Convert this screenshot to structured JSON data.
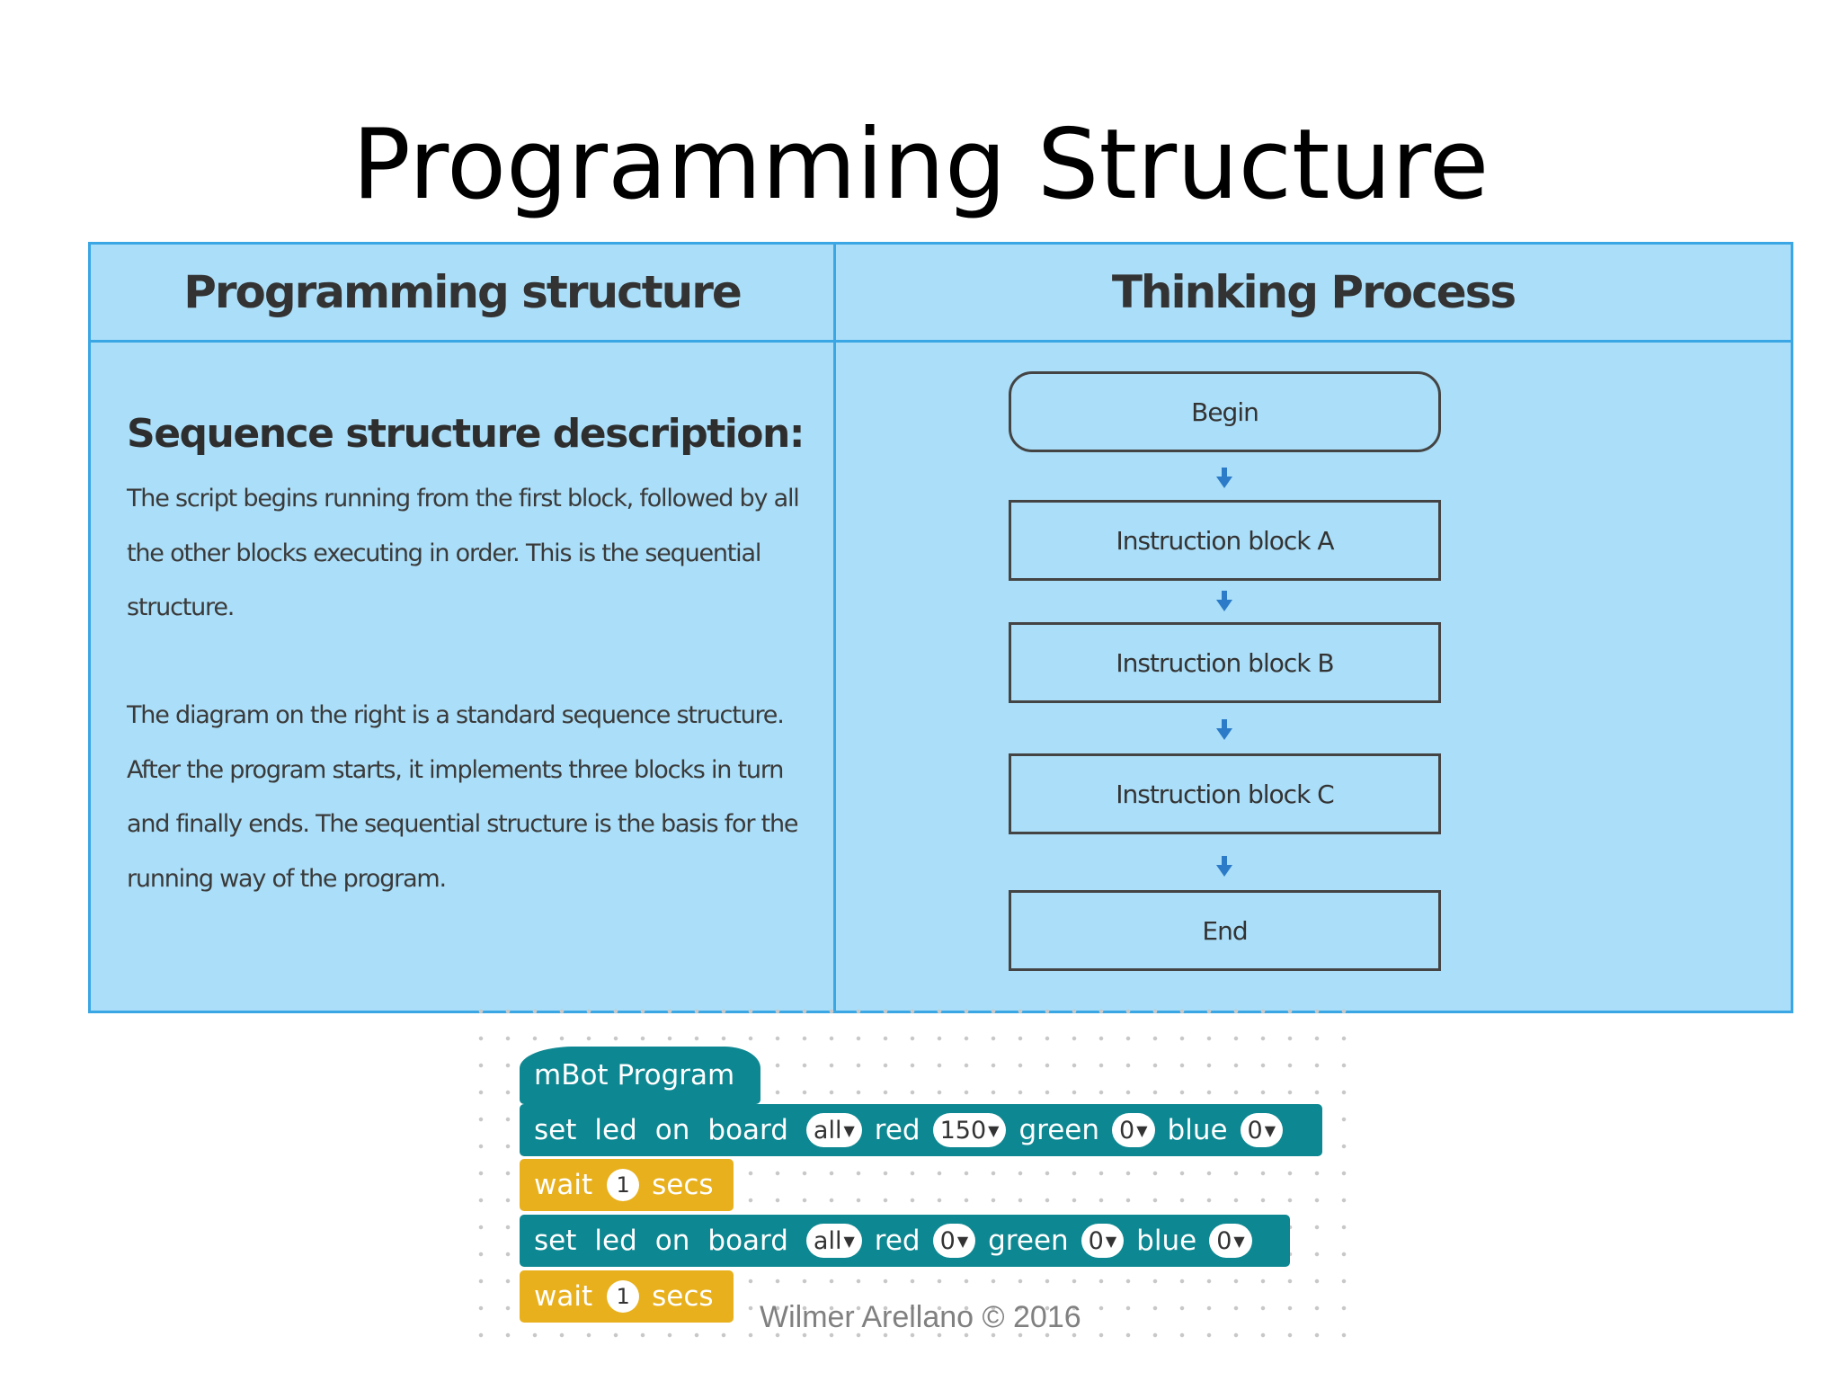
{
  "slide": {
    "title": "Programming Structure",
    "credit": "Wilmer Arellano © 2016"
  },
  "table": {
    "left_header": "Programming structure",
    "right_header": "Thinking Process",
    "description_heading": "Sequence structure description:",
    "paragraph1": "The script begins running from the first block, followed by all the other blocks executing in order. This is the sequential structure.",
    "paragraph2": "The diagram on the right is a standard sequence structure. After the program starts, it implements three blocks in turn and finally ends. The sequential structure is the basis for the running way of the program."
  },
  "flowchart": {
    "steps": [
      "Begin",
      "Instruction block A",
      "Instruction block B",
      "Instruction block C",
      "End"
    ],
    "arrow_color": "#2b7bc8"
  },
  "scratch": {
    "hat": "mBot Program",
    "led1": {
      "words": [
        "set",
        "led",
        "on",
        "board"
      ],
      "target": "all",
      "red_label": "red",
      "red": "150",
      "green_label": "green",
      "green": "0",
      "blue_label": "blue",
      "blue": "0"
    },
    "wait1": {
      "label": "wait",
      "value": "1",
      "unit": "secs"
    },
    "led2": {
      "words": [
        "set",
        "led",
        "on",
        "board"
      ],
      "target": "all",
      "red_label": "red",
      "red": "0",
      "green_label": "green",
      "green": "0",
      "blue_label": "blue",
      "blue": "0"
    },
    "wait2": {
      "label": "wait",
      "value": "1",
      "unit": "secs"
    },
    "colors": {
      "looks": "#0d8791",
      "control": "#e8b01c"
    }
  }
}
